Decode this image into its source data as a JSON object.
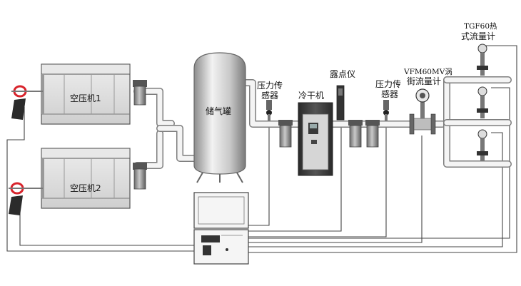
{
  "labels": {
    "compressor1": "空压机1",
    "compressor2": "空压机2",
    "tank": "储气罐",
    "pressure_sensor_1_line1": "压力传",
    "pressure_sensor_1_line2": "感器",
    "dryer": "冷干机",
    "dew_point": "露点仪",
    "pressure_sensor_2_line1": "压力传",
    "pressure_sensor_2_line2": "感器",
    "vortex_line1": "VFM60MV涡",
    "vortex_line2": "街流量计",
    "thermal_line1": "TGF60热",
    "thermal_line2": "式流量计"
  },
  "colors": {
    "pipe": "#7d7d7d",
    "equipment_dark": "#3a3a3a",
    "equipment_panel": "#d6d6d6",
    "clamp_red": "#d8242c",
    "wire": "#444444"
  }
}
